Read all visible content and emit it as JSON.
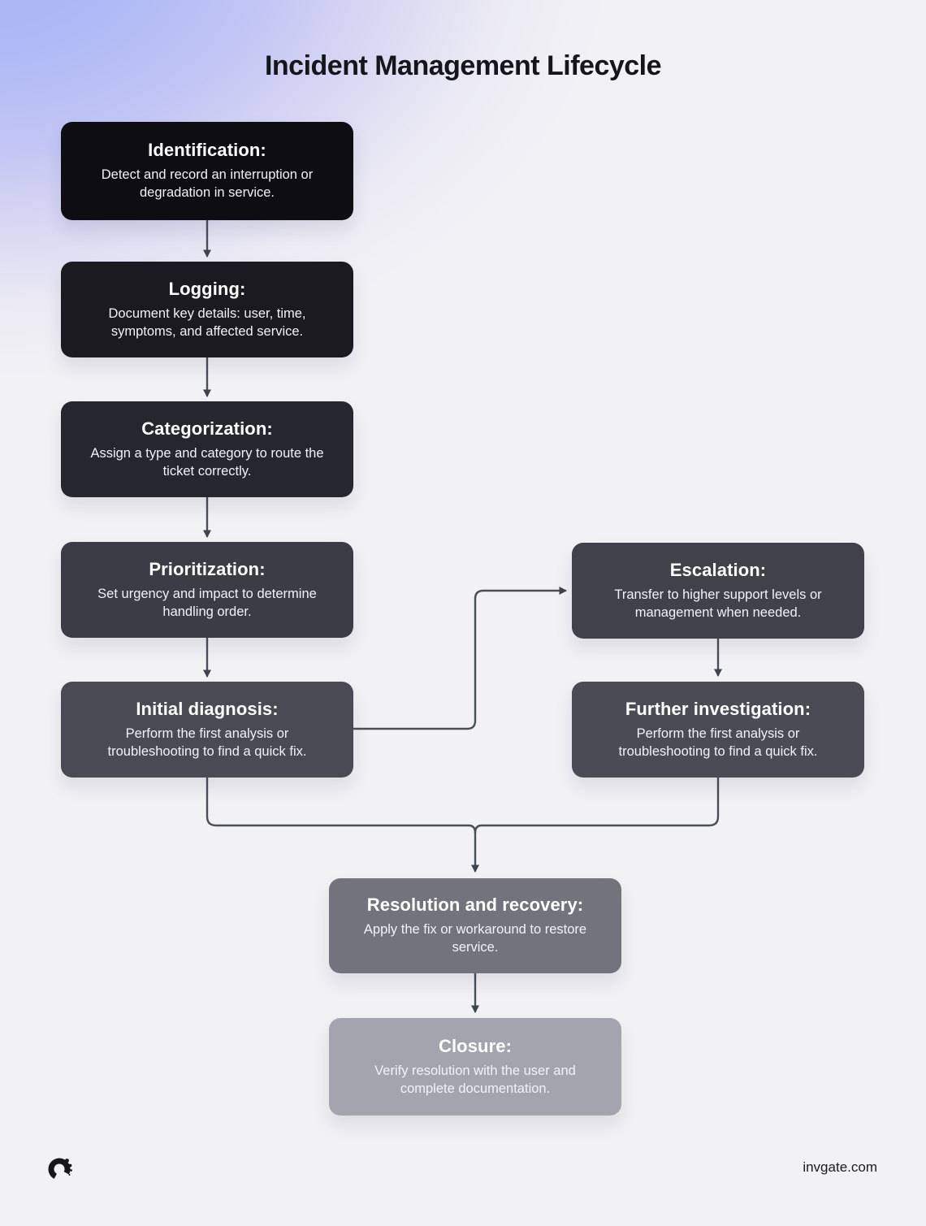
{
  "title": "Incident Management Lifecycle",
  "nodes": [
    {
      "id": "identification",
      "title": "Identification:",
      "body": "Detect and record an interruption or degradation in service.",
      "color": "#0e0e12"
    },
    {
      "id": "logging",
      "title": "Logging:",
      "body": "Document key details: user, time, symptoms, and affected service.",
      "color": "#1a1a20"
    },
    {
      "id": "categorization",
      "title": "Categorization:",
      "body": "Assign a type and category to route the ticket correctly.",
      "color": "#26262e"
    },
    {
      "id": "prioritization",
      "title": "Prioritization:",
      "body": "Set urgency and impact to determine handling order.",
      "color": "#3c3c46"
    },
    {
      "id": "initial-diagnosis",
      "title": "Initial diagnosis:",
      "body": "Perform the first analysis or troubleshooting to find a quick fix.",
      "color": "#4a4a55"
    },
    {
      "id": "escalation",
      "title": "Escalation:",
      "body": "Transfer to higher support levels or management when needed.",
      "color": "#41414b"
    },
    {
      "id": "further-investigation",
      "title": "Further investigation:",
      "body": "Perform the first analysis or troubleshooting to find a quick fix.",
      "color": "#4b4b56"
    },
    {
      "id": "resolution-recovery",
      "title": "Resolution and recovery:",
      "body": "Apply the fix or workaround to restore service.",
      "color": "#73737d"
    },
    {
      "id": "closure",
      "title": "Closure:",
      "body": "Verify resolution with the user and complete documentation.",
      "color": "#a4a4ae"
    }
  ],
  "edges": [
    {
      "from": "identification",
      "to": "logging"
    },
    {
      "from": "logging",
      "to": "categorization"
    },
    {
      "from": "categorization",
      "to": "prioritization"
    },
    {
      "from": "prioritization",
      "to": "initial-diagnosis"
    },
    {
      "from": "initial-diagnosis",
      "to": "escalation"
    },
    {
      "from": "escalation",
      "to": "further-investigation"
    },
    {
      "from": "initial-diagnosis",
      "to": "resolution-recovery"
    },
    {
      "from": "further-investigation",
      "to": "resolution-recovery"
    },
    {
      "from": "resolution-recovery",
      "to": "closure"
    }
  ],
  "footer": {
    "logo": "invgate-spiral-logo",
    "website": "invgate.com"
  },
  "colors": {
    "background_top_left": "#a7b7f6",
    "background_base": "#f2f2f5",
    "connector": "#4a4e57",
    "title_text": "#15151b",
    "node_text": "#ffffff"
  }
}
